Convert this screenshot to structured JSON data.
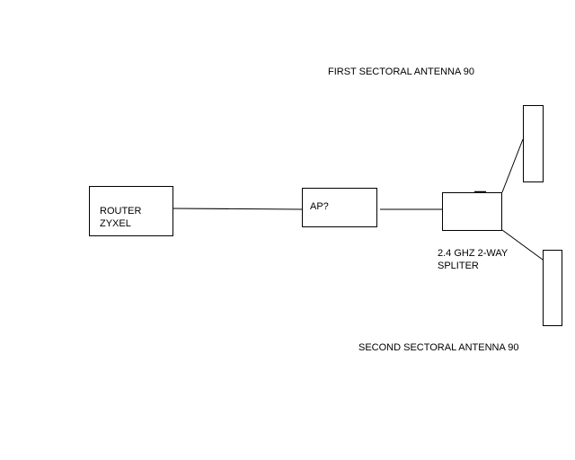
{
  "labels": {
    "first_antenna": "FIRST SECTORAL ANTENNA 90",
    "second_antenna": "SECOND SECTORAL ANTENNA 90",
    "router_line1": "ROUTER",
    "router_line2": "ZYXEL",
    "ap": "AP?",
    "splitter_line1": "2.4 GHZ 2-WAY",
    "splitter_line2": "SPLITER"
  },
  "colors": {
    "stroke": "#000000",
    "background": "#ffffff"
  }
}
